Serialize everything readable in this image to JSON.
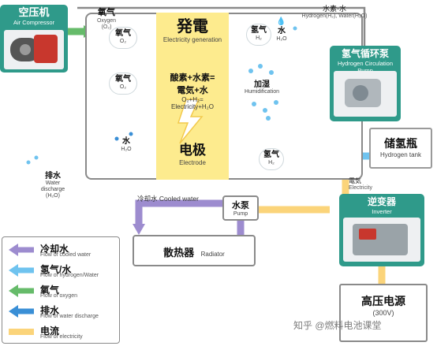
{
  "air_compressor": {
    "title_cn": "空压机",
    "title_en": "Air Compressor"
  },
  "oxygen_top": {
    "cn": "氧气",
    "en": "Oxygen",
    "formula": "(O₂)"
  },
  "generation": {
    "title_cn": "発電",
    "title_en": "Electricity generation"
  },
  "o2_cloud_1": {
    "cn": "氧气",
    "en": "O₂"
  },
  "o2_cloud_2": {
    "cn": "氧气",
    "en": "O₂"
  },
  "h2_cloud_top": {
    "cn": "氢气",
    "en": "H₂"
  },
  "water_cloud_top": {
    "cn": "水",
    "en": "H₂O"
  },
  "hydrogen_water_top": {
    "cn": "水素·水",
    "en": "Hydrogen(H₂), Water(H₂O)"
  },
  "reaction": {
    "line1": "酸素+水素=",
    "line2": "電気+水",
    "line3": "O₂+H₂=",
    "line4": "Electricity+H₂O"
  },
  "humidification": {
    "cn": "加湿",
    "en": "Humidification"
  },
  "water_cloud_bottom": {
    "cn": "水",
    "en": "H₂O"
  },
  "electrode": {
    "title_cn": "电极",
    "title_en": "Electrode"
  },
  "h2_cloud_bottom": {
    "cn": "氢气",
    "en": "H₂"
  },
  "pump_circ": {
    "title_cn": "氢气循环泵",
    "title_en": "Hydrogen Circulation Pump"
  },
  "tank": {
    "title_cn": "储氢瓶",
    "title_en": "Hydrogen tank"
  },
  "discharge": {
    "cn": "排水",
    "en1": "Water",
    "en2": "discharge",
    "en3": "(H₂O)"
  },
  "cooled_water": {
    "text": "冷却水 Cooled water"
  },
  "water_pump": {
    "title_cn": "水泵",
    "title_en": "Pump"
  },
  "radiator": {
    "cn": "散热器",
    "en": "Radiator"
  },
  "electricity_label": {
    "cn": "電気",
    "en": "Electricity"
  },
  "inverter": {
    "title_cn": "逆变器",
    "title_en": "Inverter"
  },
  "hv_source": {
    "title_cn": "高压电源",
    "title_en": "(300V)"
  },
  "legend": [
    {
      "cn": "冷却水",
      "en": "Flow of cooled water",
      "color": "#9d8ccf"
    },
    {
      "cn": "氢气/水",
      "en": "Flow of hydrogen/Water",
      "color": "#6fc3ef"
    },
    {
      "cn": "氧气",
      "en": "Flow of oxygen",
      "color": "#66bb6a"
    },
    {
      "cn": "排水",
      "en": "Flow of water discharge",
      "color": "#3a8fd6"
    },
    {
      "cn": "电流",
      "en": "Flow of electricity",
      "color": "#fbd47a"
    }
  ],
  "watermark": "知乎 @燃料电池课堂",
  "colors": {
    "teal": "#2f9a8a",
    "yellow_panel": "#fdeb8e",
    "oxygen": "#66bb6a",
    "h2_water": "#6fc3ef",
    "discharge": "#3a8fd6",
    "cooled": "#9d8ccf",
    "electric": "#fbd47a"
  }
}
